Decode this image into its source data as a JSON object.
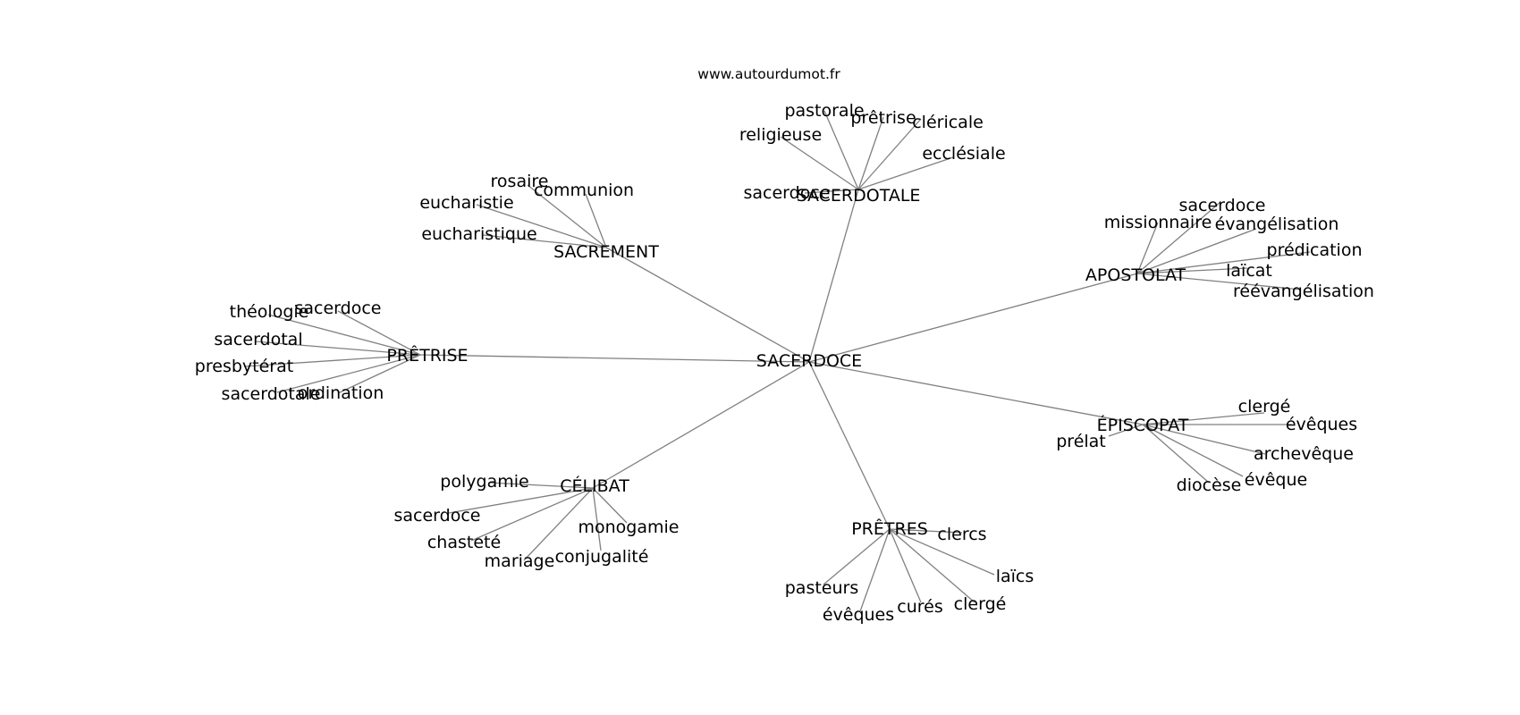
{
  "source": "www.autourdumot.fr",
  "graph": {
    "center": {
      "id": "c",
      "label": "SACERDOCE"
    },
    "hubs": [
      {
        "id": "h1",
        "label": "SACERDOTALE",
        "leaves": [
          "religieuse",
          "pastorale",
          "prêtrise",
          "cléricale",
          "ecclésiale",
          "sacerdoce"
        ]
      },
      {
        "id": "h2",
        "label": "SACREMENT",
        "leaves": [
          "rosaire",
          "communion",
          "eucharistie",
          "eucharistique"
        ]
      },
      {
        "id": "h3",
        "label": "APOSTOLAT",
        "leaves": [
          "sacerdoce",
          "missionnaire",
          "évangélisation",
          "prédication",
          "laïcat",
          "réévangélisation"
        ]
      },
      {
        "id": "h4",
        "label": "PRÊTRISE",
        "leaves": [
          "théologie",
          "sacerdoce",
          "sacerdotal",
          "presbytérat",
          "sacerdotale",
          "ordination"
        ]
      },
      {
        "id": "h5",
        "label": "ÉPISCOPAT",
        "leaves": [
          "clergé",
          "évêques",
          "prélat",
          "archevêque",
          "évêque",
          "diocèse"
        ]
      },
      {
        "id": "h6",
        "label": "CÉLIBAT",
        "leaves": [
          "polygamie",
          "sacerdoce",
          "chasteté",
          "monogamie",
          "mariage",
          "conjugalité"
        ]
      },
      {
        "id": "h7",
        "label": "PRÊTRES",
        "leaves": [
          "clercs",
          "laïcs",
          "pasteurs",
          "évêques",
          "curés",
          "clergé"
        ]
      }
    ]
  }
}
